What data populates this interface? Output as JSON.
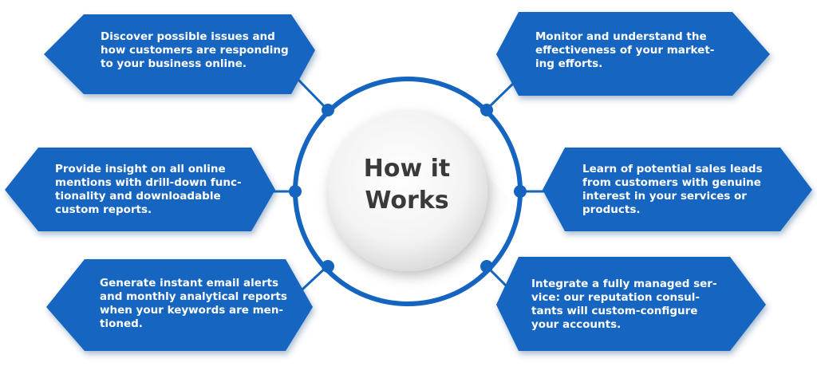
{
  "center": {
    "title": "How it\nWorks"
  },
  "colors": {
    "panel": "#1565c0",
    "panel_shadow": "#0b3d7a",
    "ring": "#1565c0",
    "title": "#3a3a3a"
  },
  "panels": {
    "top_left": "Discover possible issues and\nhow customers are responding\nto your business online.",
    "mid_left": "Provide insight on all online\nmentions with drill-down func-\ntionality and downloadable\ncustom reports.",
    "bottom_left": "Generate instant email alerts\nand monthly analytical reports\nwhen your keywords are men-\ntioned.",
    "top_right": "Monitor and understand the\neffectiveness of your market-\ning efforts.",
    "mid_right": "Learn of potential sales leads\nfrom customers with genuine\ninterest in your services or\nproducts.",
    "bottom_right": "Integrate a fully managed ser-\nvice: our reputation consul-\ntants will custom-configure\nyour accounts."
  }
}
